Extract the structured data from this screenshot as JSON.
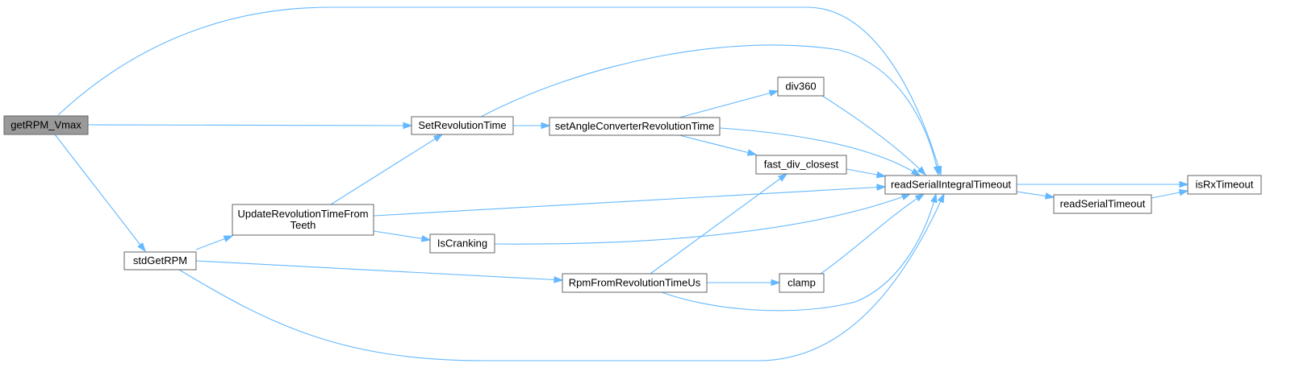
{
  "diagram": {
    "edge_color": "#63b8ff",
    "root_fill": "#999999",
    "node_border": "#666666",
    "nodes": [
      {
        "id": "getRPM_Vmax",
        "lines": [
          "getRPM_Vmax"
        ],
        "root": true
      },
      {
        "id": "SetRevolutionTime",
        "lines": [
          "SetRevolutionTime"
        ]
      },
      {
        "id": "stdGetRPM",
        "lines": [
          "stdGetRPM"
        ]
      },
      {
        "id": "readSerialIntegralTimeout",
        "lines": [
          "readSerialIntegralTimeout"
        ]
      },
      {
        "id": "setAngleConverterRevolutionTime",
        "lines": [
          "setAngleConverterRevolutionTime"
        ]
      },
      {
        "id": "div360",
        "lines": [
          "div360"
        ]
      },
      {
        "id": "fast_div_closest",
        "lines": [
          "fast_div_closest"
        ]
      },
      {
        "id": "UpdateRevolutionTimeFromTeeth",
        "lines": [
          "UpdateRevolutionTimeFrom",
          "Teeth"
        ]
      },
      {
        "id": "IsCranking",
        "lines": [
          "IsCranking"
        ]
      },
      {
        "id": "RpmFromRevolutionTimeUs",
        "lines": [
          "RpmFromRevolutionTimeUs"
        ]
      },
      {
        "id": "clamp",
        "lines": [
          "clamp"
        ]
      },
      {
        "id": "isRxTimeout",
        "lines": [
          "isRxTimeout"
        ]
      },
      {
        "id": "readSerialTimeout",
        "lines": [
          "readSerialTimeout"
        ]
      }
    ],
    "edges": [
      {
        "from": "getRPM_Vmax",
        "to": "readSerialIntegralTimeout"
      },
      {
        "from": "getRPM_Vmax",
        "to": "SetRevolutionTime"
      },
      {
        "from": "getRPM_Vmax",
        "to": "stdGetRPM"
      },
      {
        "from": "SetRevolutionTime",
        "to": "readSerialIntegralTimeout"
      },
      {
        "from": "SetRevolutionTime",
        "to": "setAngleConverterRevolutionTime"
      },
      {
        "from": "setAngleConverterRevolutionTime",
        "to": "div360"
      },
      {
        "from": "setAngleConverterRevolutionTime",
        "to": "fast_div_closest"
      },
      {
        "from": "setAngleConverterRevolutionTime",
        "to": "readSerialIntegralTimeout"
      },
      {
        "from": "div360",
        "to": "readSerialIntegralTimeout"
      },
      {
        "from": "fast_div_closest",
        "to": "readSerialIntegralTimeout"
      },
      {
        "from": "readSerialIntegralTimeout",
        "to": "isRxTimeout"
      },
      {
        "from": "readSerialIntegralTimeout",
        "to": "readSerialTimeout"
      },
      {
        "from": "readSerialTimeout",
        "to": "isRxTimeout"
      },
      {
        "from": "stdGetRPM",
        "to": "UpdateRevolutionTimeFromTeeth"
      },
      {
        "from": "stdGetRPM",
        "to": "RpmFromRevolutionTimeUs"
      },
      {
        "from": "stdGetRPM",
        "to": "readSerialIntegralTimeout"
      },
      {
        "from": "UpdateRevolutionTimeFromTeeth",
        "to": "SetRevolutionTime"
      },
      {
        "from": "UpdateRevolutionTimeFromTeeth",
        "to": "readSerialIntegralTimeout"
      },
      {
        "from": "UpdateRevolutionTimeFromTeeth",
        "to": "IsCranking"
      },
      {
        "from": "IsCranking",
        "to": "readSerialIntegralTimeout"
      },
      {
        "from": "RpmFromRevolutionTimeUs",
        "to": "fast_div_closest"
      },
      {
        "from": "RpmFromRevolutionTimeUs",
        "to": "clamp"
      },
      {
        "from": "RpmFromRevolutionTimeUs",
        "to": "readSerialIntegralTimeout"
      },
      {
        "from": "clamp",
        "to": "readSerialIntegralTimeout"
      }
    ]
  }
}
